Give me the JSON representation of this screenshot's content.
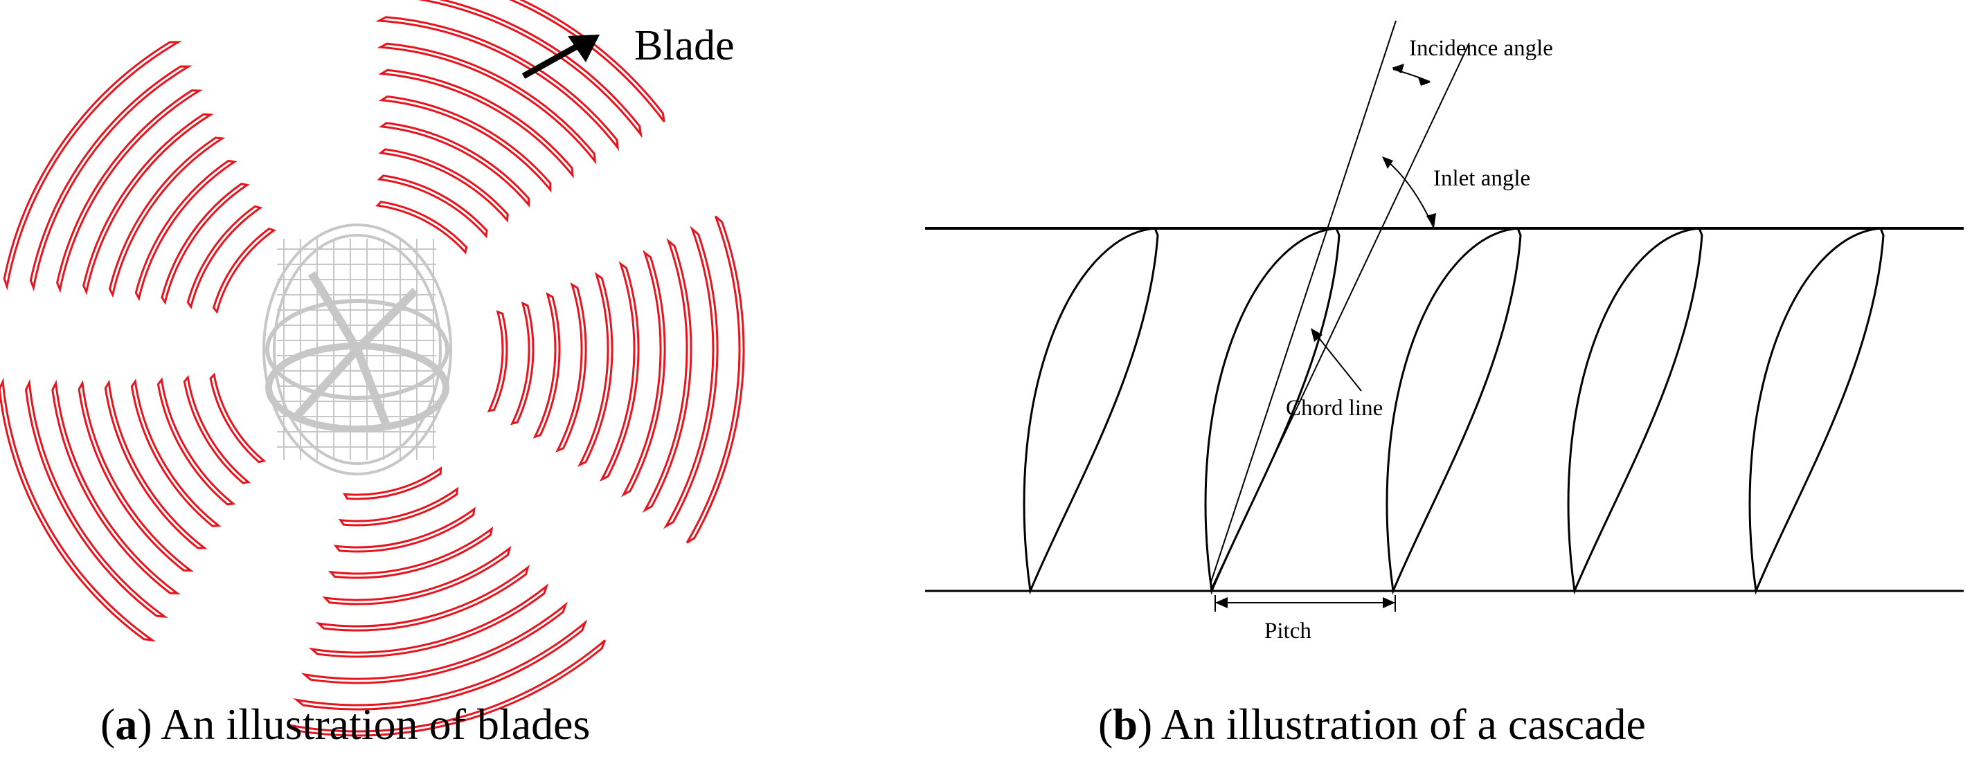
{
  "panel_a": {
    "blade_label": "Blade",
    "caption_letter": "a",
    "caption_text": "An illustration of blades",
    "blade_color": "#e8141d",
    "hub_color": "#c7c7c7"
  },
  "panel_b": {
    "incidence_angle_label": "Incidence angle",
    "inlet_angle_label": "Inlet angle",
    "chord_line_label": "Chord line",
    "pitch_label": "Pitch",
    "caption_letter": "b",
    "caption_text": "An illustration of a cascade",
    "line_color": "#000000"
  }
}
